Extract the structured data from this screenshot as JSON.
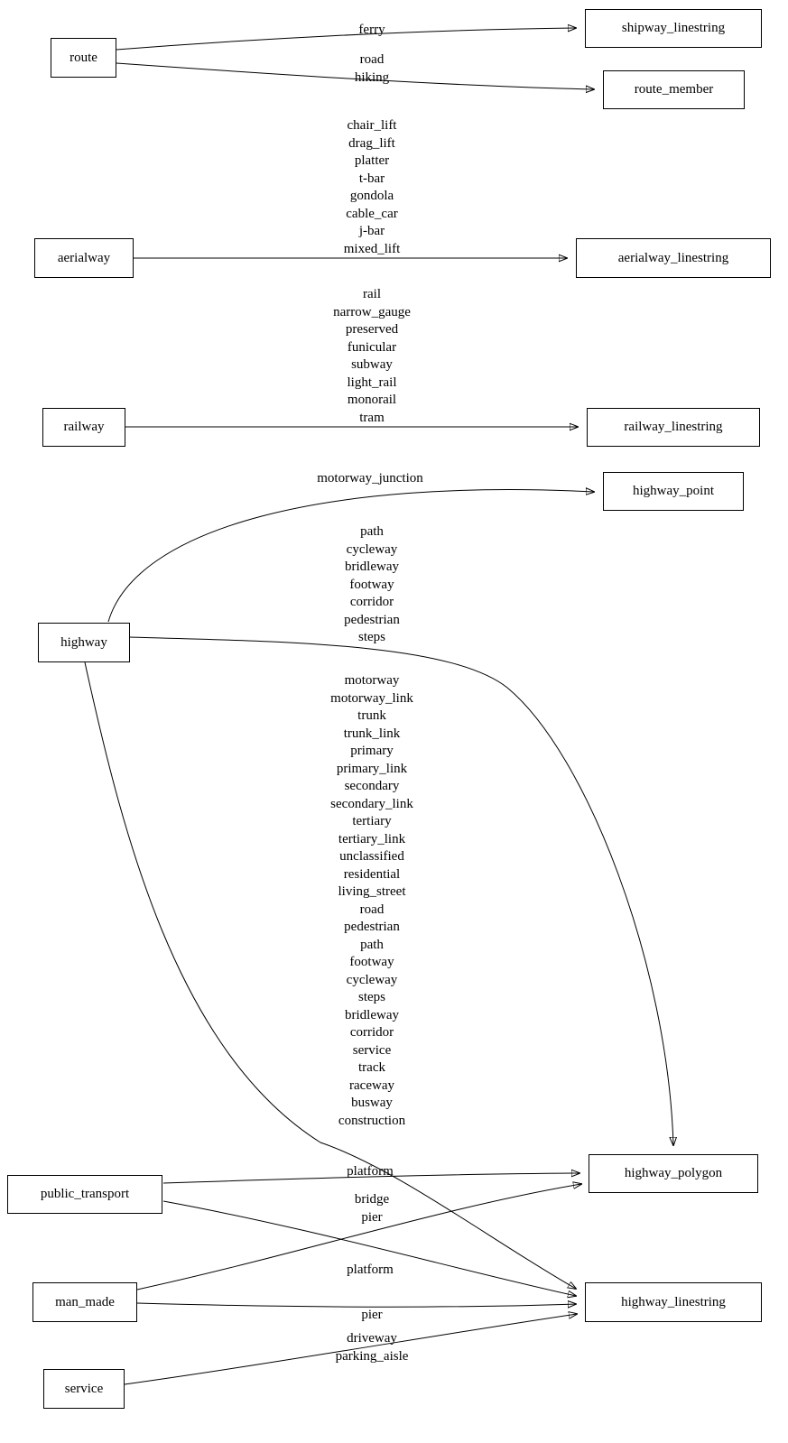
{
  "nodes": {
    "route": "route",
    "aerialway": "aerialway",
    "railway": "railway",
    "highway": "highway",
    "public_transport": "public_transport",
    "man_made": "man_made",
    "service": "service",
    "shipway_linestring": "shipway_linestring",
    "route_member": "route_member",
    "aerialway_linestring": "aerialway_linestring",
    "railway_linestring": "railway_linestring",
    "highway_point": "highway_point",
    "highway_polygon": "highway_polygon",
    "highway_linestring": "highway_linestring"
  },
  "edges": {
    "route_to_shipway_linestring": "ferry",
    "route_to_route_member": "road\nhiking",
    "aerialway_to_aerialway_linestring": "chair_lift\ndrag_lift\nplatter\nt-bar\ngondola\ncable_car\nj-bar\nmixed_lift",
    "railway_to_railway_linestring": "rail\nnarrow_gauge\npreserved\nfunicular\nsubway\nlight_rail\nmonorail\ntram",
    "highway_to_highway_point": "motorway_junction",
    "highway_to_highway_polygon": "path\ncycleway\nbridleway\nfootway\ncorridor\npedestrian\nsteps",
    "highway_to_highway_linestring": "motorway\nmotorway_link\ntrunk\ntrunk_link\nprimary\nprimary_link\nsecondary\nsecondary_link\ntertiary\ntertiary_link\nunclassified\nresidential\nliving_street\nroad\npedestrian\npath\nfootway\ncycleway\nsteps\nbridleway\ncorridor\nservice\ntrack\nraceway\nbusway\nconstruction",
    "public_transport_to_highway_polygon": "platform",
    "man_made_to_highway_polygon": "bridge\npier",
    "public_transport_to_highway_linestring": "platform",
    "man_made_to_highway_linestring": "pier",
    "service_to_highway_linestring": "driveway\nparking_aisle"
  },
  "colors": {
    "background": "#ffffff",
    "node_border": "#000000",
    "edge": "#000000",
    "text": "#000000"
  }
}
